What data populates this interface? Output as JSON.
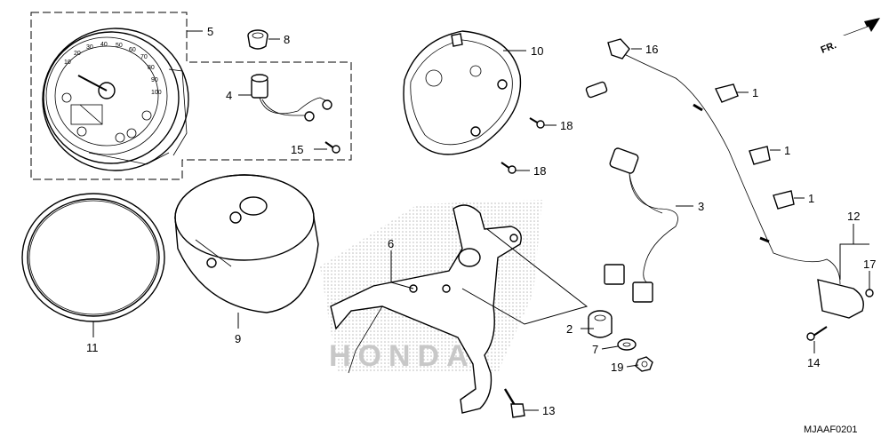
{
  "callouts": {
    "p1a": "1",
    "p1b": "1",
    "p1c": "1",
    "p2": "2",
    "p3": "3",
    "p4": "4",
    "p5": "5",
    "p6": "6",
    "p7": "7",
    "p8": "8",
    "p9": "9",
    "p10": "10",
    "p11": "11",
    "p12": "12",
    "p13": "13",
    "p14": "14",
    "p15": "15",
    "p16": "16",
    "p17": "17",
    "p18a": "18",
    "p18b": "18",
    "p19": "19"
  },
  "direction_label": "FR.",
  "diagram_code": "MJAAF0201",
  "watermark": "HONDA",
  "speedometer_scale": [
    "10",
    "20",
    "30",
    "40",
    "50",
    "60",
    "70",
    "80",
    "90",
    "100"
  ],
  "colors": {
    "line": "#000000",
    "watermark": "#c8c8c8",
    "background": "#ffffff"
  }
}
